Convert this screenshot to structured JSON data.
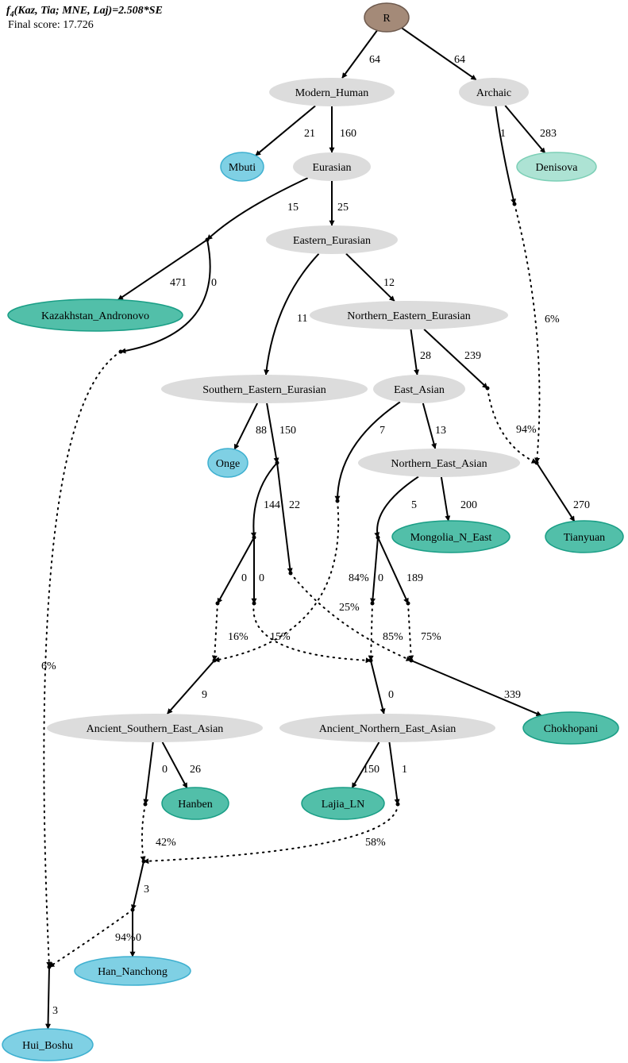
{
  "header": {
    "stat_prefix": "f",
    "stat_sub": "4",
    "stat_rest": "(Kaz, Tia; MNE, Laj)=2.508*SE",
    "score": "Final score: 17.726"
  },
  "colors": {
    "root": "#a48a78",
    "internal": "#dcdcdc",
    "blue": "#7fd0e4",
    "teal": "#52bfa9",
    "light_teal": "#ade3d4",
    "edge": "#000000"
  },
  "nodes": [
    {
      "id": "R",
      "label": "R",
      "kind": "root"
    },
    {
      "id": "Modern_Human",
      "label": "Modern_Human",
      "kind": "internal"
    },
    {
      "id": "Archaic",
      "label": "Archaic",
      "kind": "internal"
    },
    {
      "id": "Mbuti",
      "label": "Mbuti",
      "kind": "blue"
    },
    {
      "id": "Eurasian",
      "label": "Eurasian",
      "kind": "internal"
    },
    {
      "id": "Denisova",
      "label": "Denisova",
      "kind": "light_teal"
    },
    {
      "id": "Eastern_Eurasian",
      "label": "Eastern_Eurasian",
      "kind": "internal"
    },
    {
      "id": "Kazakhstan_Andronovo",
      "label": "Kazakhstan_Andronovo",
      "kind": "teal"
    },
    {
      "id": "Northern_Eastern_Eurasian",
      "label": "Northern_Eastern_Eurasian",
      "kind": "internal"
    },
    {
      "id": "Southern_Eastern_Eurasian",
      "label": "Southern_Eastern_Eurasian",
      "kind": "internal"
    },
    {
      "id": "East_Asian",
      "label": "East_Asian",
      "kind": "internal"
    },
    {
      "id": "Onge",
      "label": "Onge",
      "kind": "blue"
    },
    {
      "id": "Northern_East_Asian",
      "label": "Northern_East_Asian",
      "kind": "internal"
    },
    {
      "id": "Mongolia_N_East",
      "label": "Mongolia_N_East",
      "kind": "teal"
    },
    {
      "id": "Tianyuan",
      "label": "Tianyuan",
      "kind": "teal"
    },
    {
      "id": "Ancient_Southern_East_Asian",
      "label": "Ancient_Southern_East_Asian",
      "kind": "internal"
    },
    {
      "id": "Ancient_Northern_East_Asian",
      "label": "Ancient_Northern_East_Asian",
      "kind": "internal"
    },
    {
      "id": "Chokhopani",
      "label": "Chokhopani",
      "kind": "teal"
    },
    {
      "id": "Hanben",
      "label": "Hanben",
      "kind": "teal"
    },
    {
      "id": "Lajia_LN",
      "label": "Lajia_LN",
      "kind": "teal"
    },
    {
      "id": "Han_Nanchong",
      "label": "Han_Nanchong",
      "kind": "blue"
    },
    {
      "id": "Hui_Boshu",
      "label": "Hui_Boshu",
      "kind": "blue"
    }
  ],
  "edges": [
    {
      "from": "R",
      "to": "Modern_Human",
      "label": "64",
      "style": "solid"
    },
    {
      "from": "R",
      "to": "Archaic",
      "label": "64",
      "style": "solid"
    },
    {
      "from": "Modern_Human",
      "to": "Mbuti",
      "label": "21",
      "style": "solid"
    },
    {
      "from": "Modern_Human",
      "to": "Eurasian",
      "label": "160",
      "style": "solid"
    },
    {
      "from": "Archaic",
      "to": "Denisova",
      "label": "283",
      "style": "solid"
    },
    {
      "from": "Archaic",
      "to": "Archaic_split",
      "label": "1",
      "style": "solid"
    },
    {
      "from": "Eurasian",
      "to": "Eurasian_split",
      "label": "15",
      "style": "solid"
    },
    {
      "from": "Eurasian",
      "to": "Eastern_Eurasian",
      "label": "25",
      "style": "solid"
    },
    {
      "from": "Eurasian_split",
      "to": "Kazakhstan_Andronovo",
      "label": "471",
      "style": "solid"
    },
    {
      "from": "Eurasian_split",
      "to": "Kaz_pass",
      "label": "0",
      "style": "solid"
    },
    {
      "from": "Eastern_Eurasian",
      "to": "Northern_Eastern_Eurasian",
      "label": "12",
      "style": "solid"
    },
    {
      "from": "Eastern_Eurasian",
      "to": "Southern_Eastern_Eurasian",
      "label": "11",
      "style": "solid"
    },
    {
      "from": "Archaic_split",
      "to": "Tianyuan_adm",
      "label": "6%",
      "style": "dotted"
    },
    {
      "from": "Northern_Eastern_Eurasian",
      "to": "East_Asian",
      "label": "28",
      "style": "solid"
    },
    {
      "from": "Northern_Eastern_Eurasian",
      "to": "NEE_split",
      "label": "239",
      "style": "solid"
    },
    {
      "from": "NEE_split",
      "to": "Tianyuan_adm",
      "label": "94%",
      "style": "dotted"
    },
    {
      "from": "Tianyuan_adm",
      "to": "Tianyuan",
      "label": "270",
      "style": "solid"
    },
    {
      "from": "Southern_Eastern_Eurasian",
      "to": "Onge",
      "label": "88",
      "style": "solid"
    },
    {
      "from": "Southern_Eastern_Eurasian",
      "to": "SEE_split",
      "label": "150",
      "style": "solid"
    },
    {
      "from": "East_Asian",
      "to": "EA_split",
      "label": "7",
      "style": "solid"
    },
    {
      "from": "East_Asian",
      "to": "Northern_East_Asian",
      "label": "13",
      "style": "solid"
    },
    {
      "from": "Northern_East_Asian",
      "to": "NEA_split",
      "label": "5",
      "style": "solid"
    },
    {
      "from": "Northern_East_Asian",
      "to": "Mongolia_N_East",
      "label": "200",
      "style": "solid"
    },
    {
      "from": "SEE_split",
      "to": "S144",
      "label": "144",
      "style": "solid"
    },
    {
      "from": "SEE_split",
      "to": "S22",
      "label": "22",
      "style": "solid"
    },
    {
      "from": "S144",
      "to": "S144a",
      "label": "0",
      "style": "solid"
    },
    {
      "from": "S144",
      "to": "S144b",
      "label": "0",
      "style": "solid"
    },
    {
      "from": "NEA_split",
      "to": "N0",
      "label": "0",
      "style": "solid"
    },
    {
      "from": "NEA_split",
      "to": "N189",
      "label": "189",
      "style": "solid"
    },
    {
      "from": "EA_split",
      "to": "ASEA_adm",
      "label": "84%",
      "style": "dotted"
    },
    {
      "from": "S144a",
      "to": "ASEA_adm",
      "label": "16%",
      "style": "dotted"
    },
    {
      "from": "S144b",
      "to": "ANEA_adm",
      "label": "15%",
      "style": "dotted"
    },
    {
      "from": "N0",
      "to": "ANEA_adm",
      "label": "85%",
      "style": "dotted"
    },
    {
      "from": "S22",
      "to": "Chok_adm",
      "label": "25%",
      "style": "dotted"
    },
    {
      "from": "N189",
      "to": "Chok_adm",
      "label": "75%",
      "style": "dotted"
    },
    {
      "from": "ASEA_adm",
      "to": "Ancient_Southern_East_Asian",
      "label": "9",
      "style": "solid"
    },
    {
      "from": "ANEA_adm",
      "to": "Ancient_Northern_East_Asian",
      "label": "0",
      "style": "solid"
    },
    {
      "from": "Chok_adm",
      "to": "Chokhopani",
      "label": "339",
      "style": "solid"
    },
    {
      "from": "Ancient_Southern_East_Asian",
      "to": "ASEA_split",
      "label": "0",
      "style": "solid"
    },
    {
      "from": "Ancient_Southern_East_Asian",
      "to": "Hanben",
      "label": "26",
      "style": "solid"
    },
    {
      "from": "Ancient_Northern_East_Asian",
      "to": "Lajia_LN",
      "label": "150",
      "style": "solid"
    },
    {
      "from": "Ancient_Northern_East_Asian",
      "to": "ANEA_split",
      "label": "1",
      "style": "solid"
    },
    {
      "from": "ASEA_split",
      "to": "HN_adm",
      "label": "42%",
      "style": "dotted"
    },
    {
      "from": "ANEA_split",
      "to": "HN_adm",
      "label": "58%",
      "style": "dotted"
    },
    {
      "from": "HN_adm",
      "to": "HN_split",
      "label": "3",
      "style": "solid"
    },
    {
      "from": "HN_split",
      "to": "Han_Nanchong",
      "label": "0",
      "style": "solid"
    },
    {
      "from": "HN_split",
      "to": "HB_adm",
      "label": "94%",
      "style": "dotted"
    },
    {
      "from": "Kaz_pass",
      "to": "HB_adm",
      "label": "6%",
      "style": "dotted"
    },
    {
      "from": "HB_adm",
      "to": "Hui_Boshu",
      "label": "3",
      "style": "solid"
    }
  ]
}
